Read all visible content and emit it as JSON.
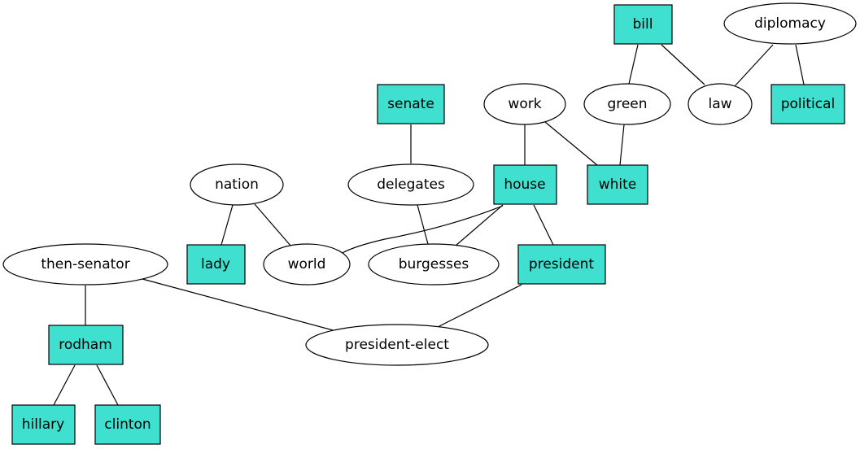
{
  "colors": {
    "box_fill": "#40e0d0",
    "ellipse_fill": "#ffffff",
    "stroke": "#000000"
  },
  "nodes": {
    "bill": "bill",
    "diplomacy": "diplomacy",
    "senate": "senate",
    "work": "work",
    "green": "green",
    "law": "law",
    "political": "political",
    "nation": "nation",
    "delegates": "delegates",
    "house": "house",
    "white": "white",
    "then_senator": "then-senator",
    "lady": "lady",
    "world": "world",
    "burgesses": "burgesses",
    "president": "president",
    "rodham": "rodham",
    "president_elect": "president-elect",
    "hillary": "hillary",
    "clinton": "clinton"
  },
  "edges": [
    [
      "bill",
      "green"
    ],
    [
      "bill",
      "law"
    ],
    [
      "diplomacy",
      "law"
    ],
    [
      "diplomacy",
      "political"
    ],
    [
      "senate",
      "delegates"
    ],
    [
      "work",
      "house"
    ],
    [
      "work",
      "white"
    ],
    [
      "green",
      "white"
    ],
    [
      "nation",
      "lady"
    ],
    [
      "nation",
      "world"
    ],
    [
      "delegates",
      "burgesses"
    ],
    [
      "house",
      "world"
    ],
    [
      "house",
      "burgesses"
    ],
    [
      "house",
      "president"
    ],
    [
      "then_senator",
      "rodham"
    ],
    [
      "then_senator",
      "president_elect"
    ],
    [
      "president",
      "president_elect"
    ],
    [
      "rodham",
      "hillary"
    ],
    [
      "rodham",
      "clinton"
    ]
  ]
}
